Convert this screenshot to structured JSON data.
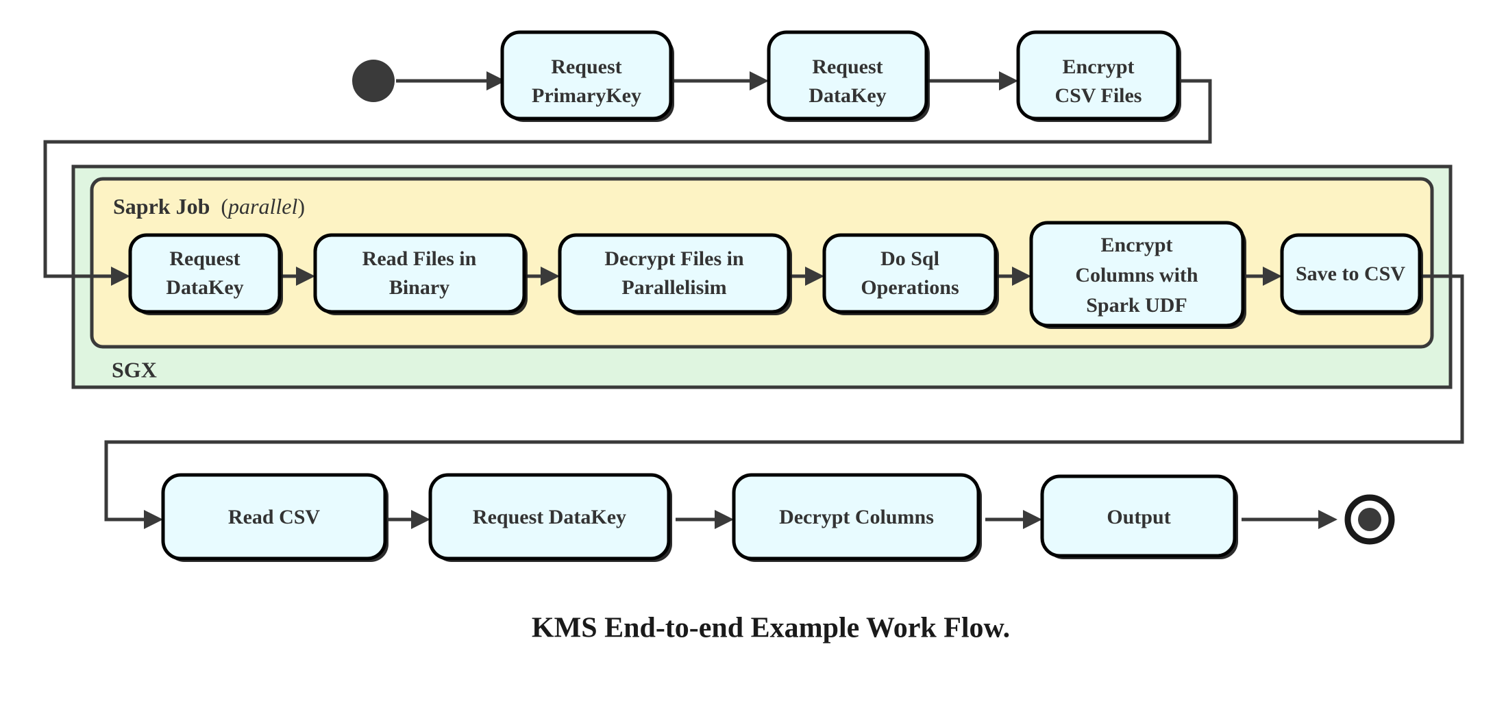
{
  "diagram": {
    "caption": "KMS End-to-end Example Work Flow.",
    "type": "activity-flowchart",
    "colors": {
      "node_fill": "#e8fbff",
      "node_stroke": "#000000",
      "sgx_group_fill": "#dff5e0",
      "spark_group_fill": "#fdf3c4",
      "group_stroke": "#3a3a3a",
      "edge": "#3a3a3a",
      "text": "#333333"
    },
    "start_node": {
      "name": "start",
      "label": ""
    },
    "end_node": {
      "name": "end",
      "label": ""
    },
    "groups": [
      {
        "id": "sgx",
        "label": "SGX",
        "label_position": "bottom-left"
      },
      {
        "id": "spark-job",
        "label": "Saprk Job",
        "annotation_open": "(",
        "annotation": "parallel",
        "annotation_close": ")",
        "label_position": "top-left"
      }
    ],
    "rows": {
      "top": {
        "name": "top-row",
        "nodes": [
          {
            "id": "request-primarykey",
            "lines": [
              "Request",
              "PrimaryKey"
            ]
          },
          {
            "id": "request-datakey-top",
            "lines": [
              "Request",
              "DataKey"
            ]
          },
          {
            "id": "encrypt-csv-files",
            "lines": [
              "Encrypt",
              "CSV Files"
            ]
          }
        ]
      },
      "middle": {
        "name": "spark-row",
        "nodes": [
          {
            "id": "request-datakey-spark",
            "lines": [
              "Request",
              "DataKey"
            ]
          },
          {
            "id": "read-files-in-binary",
            "lines": [
              "Read Files in",
              "Binary"
            ]
          },
          {
            "id": "decrypt-files-in-parallelisim",
            "lines": [
              "Decrypt Files in",
              "Parallelisim"
            ]
          },
          {
            "id": "do-sql-operations",
            "lines": [
              "Do Sql",
              "Operations"
            ]
          },
          {
            "id": "encrypt-columns-with-spark-udf",
            "lines": [
              "Encrypt",
              "Columns with",
              "Spark UDF"
            ]
          },
          {
            "id": "save-to-csv",
            "lines": [
              "Save to CSV"
            ]
          }
        ]
      },
      "bottom": {
        "name": "bottom-row",
        "nodes": [
          {
            "id": "read-csv",
            "lines": [
              "Read CSV"
            ]
          },
          {
            "id": "request-datakey-bottom",
            "lines": [
              "Request DataKey"
            ]
          },
          {
            "id": "decrypt-columns",
            "lines": [
              "Decrypt Columns"
            ]
          },
          {
            "id": "output",
            "lines": [
              "Output"
            ]
          }
        ]
      }
    },
    "edges": [
      {
        "from": "start",
        "to": "request-primarykey"
      },
      {
        "from": "request-primarykey",
        "to": "request-datakey-top"
      },
      {
        "from": "request-datakey-top",
        "to": "encrypt-csv-files"
      },
      {
        "from": "encrypt-csv-files",
        "to": "request-datakey-spark"
      },
      {
        "from": "request-datakey-spark",
        "to": "read-files-in-binary"
      },
      {
        "from": "read-files-in-binary",
        "to": "decrypt-files-in-parallelisim"
      },
      {
        "from": "decrypt-files-in-parallelisim",
        "to": "do-sql-operations"
      },
      {
        "from": "do-sql-operations",
        "to": "encrypt-columns-with-spark-udf"
      },
      {
        "from": "encrypt-columns-with-spark-udf",
        "to": "save-to-csv"
      },
      {
        "from": "save-to-csv",
        "to": "read-csv"
      },
      {
        "from": "read-csv",
        "to": "request-datakey-bottom"
      },
      {
        "from": "request-datakey-bottom",
        "to": "decrypt-columns"
      },
      {
        "from": "decrypt-columns",
        "to": "output"
      },
      {
        "from": "output",
        "to": "end"
      }
    ]
  }
}
